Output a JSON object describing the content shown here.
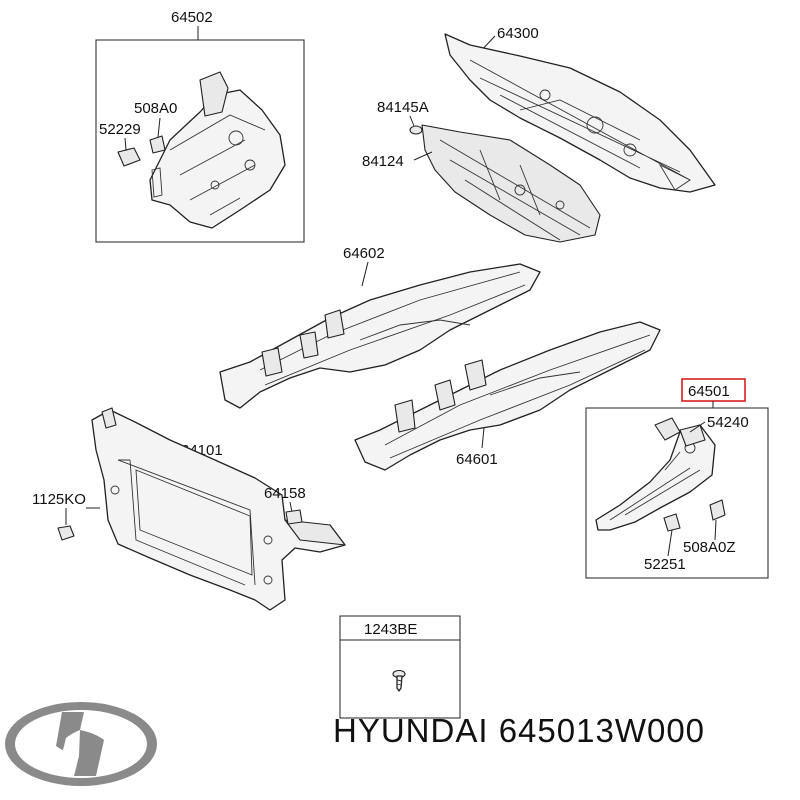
{
  "labels": {
    "p64502": "64502",
    "p508A0": "508A0",
    "p52229": "52229",
    "p64300": "64300",
    "p84145A": "84145A",
    "p84124": "84124",
    "p64602": "64602",
    "p64501": "64501",
    "p54240": "54240",
    "p64601": "64601",
    "p64101": "64101",
    "p64158": "64158",
    "p1125KO": "1125KO",
    "p508A0Z": "508A0Z",
    "p52251": "52251",
    "p1243BE": "1243BE"
  },
  "brand": {
    "name": "HYUNDAI",
    "part_number": "645013W000"
  },
  "colors": {
    "highlight": "#d62020",
    "line": "#222222",
    "logo": "#8a8a8a"
  },
  "icons": [
    "hyundai-logo-icon",
    "screw-icon",
    "nut-icon",
    "clip-icon"
  ]
}
